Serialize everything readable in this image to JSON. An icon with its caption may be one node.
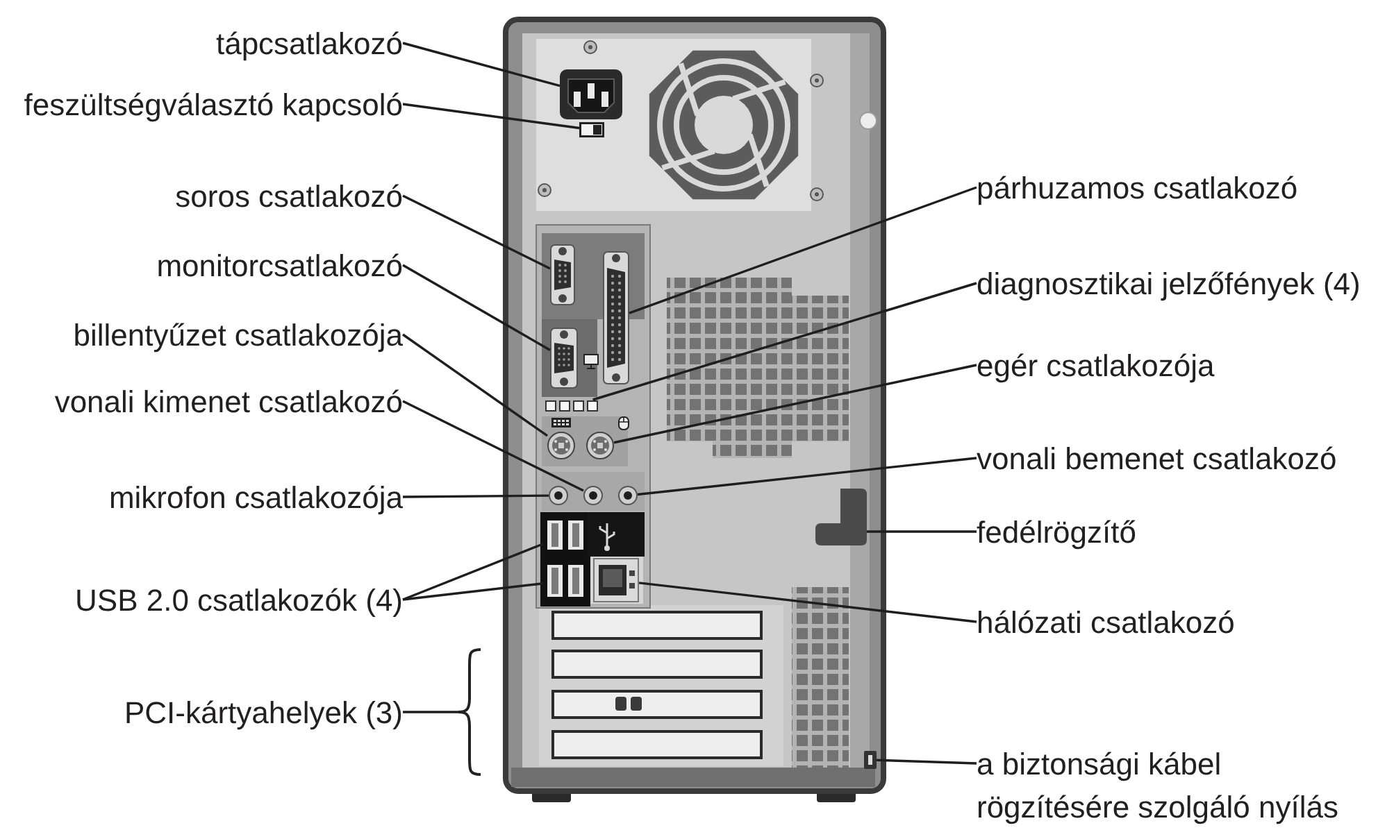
{
  "diagram": {
    "nodes": [
      {
        "text": [
          "tápcsatlakozó"
        ]
      },
      {
        "text": [
          "feszültségválasztó kapcsoló"
        ]
      },
      {
        "text": [
          "soros csatlakozó"
        ]
      },
      {
        "text": [
          "monitorcsatlakozó"
        ]
      },
      {
        "text": [
          "billentyűzet csatlakozója"
        ]
      },
      {
        "text": [
          "vonali kimenet csatlakozó"
        ]
      },
      {
        "text": [
          "mikrofon csatlakozója"
        ]
      },
      {
        "text": [
          "USB 2.0 csatlakozók (4)"
        ]
      },
      {
        "text": [
          "PCI-kártyahelyek (3)"
        ]
      },
      {
        "text": [
          "párhuzamos csatlakozó"
        ]
      },
      {
        "text": [
          "diagnosztikai jelzőfények (4)"
        ]
      },
      {
        "text": [
          "egér csatlakozója"
        ]
      },
      {
        "text": [
          "vonali bemenet csatlakozó"
        ]
      },
      {
        "text": [
          "fedélrögzítő"
        ]
      },
      {
        "text": [
          "hálózati csatlakozó"
        ]
      },
      {
        "text": [
          "a biztonsági kábel rögzítésére szolgáló nyílás"
        ]
      },
      {
        "text": [],
        "shape": "picture"
      },
      {
        "text": [],
        "shape": "picture"
      },
      {
        "text": [],
        "shape": "picture"
      },
      {
        "text": [],
        "shape": "picture"
      },
      {
        "text": [],
        "shape": "picture"
      },
      {
        "text": [],
        "shape": "picture"
      },
      {
        "text": [],
        "shape": "picture"
      },
      {
        "text": [],
        "shape": "picture"
      },
      {
        "text": [],
        "shape": "picture"
      },
      {
        "text": [],
        "shape": "picture"
      },
      {
        "text": [],
        "shape": "picture"
      },
      {
        "text": [],
        "shape": "picture"
      },
      {
        "text": [],
        "shape": "picture"
      },
      {
        "text": [],
        "shape": "picture"
      },
      {
        "text": [],
        "shape": "picture"
      },
      {
        "text": [],
        "shape": "bracket"
      },
      {
        "text": [],
        "shape": "picture"
      }
    ],
    "edges": [
      {
        "from": 0,
        "to": 16,
        "arrow": "none"
      },
      {
        "from": 1,
        "to": 17,
        "arrow": "none"
      },
      {
        "from": 2,
        "to": 18,
        "arrow": "none"
      },
      {
        "from": 3,
        "to": 20,
        "arrow": "none"
      },
      {
        "from": 4,
        "to": 22,
        "arrow": "none"
      },
      {
        "from": 5,
        "to": 26,
        "arrow": "none"
      },
      {
        "from": 6,
        "to": 25,
        "arrow": "none"
      },
      {
        "from": 7,
        "to": 28,
        "arrow": "none"
      },
      {
        "from": 7,
        "to": 29,
        "arrow": "none"
      },
      {
        "from": 8,
        "to": 31,
        "arrow": "none"
      },
      {
        "from": 9,
        "to": 19,
        "arrow": "none"
      },
      {
        "from": 10,
        "to": 21,
        "arrow": "none"
      },
      {
        "from": 11,
        "to": 23,
        "arrow": "none"
      },
      {
        "from": 12,
        "to": 27,
        "arrow": "none"
      },
      {
        "from": 13,
        "to": 24,
        "arrow": "none"
      },
      {
        "from": 14,
        "to": 30,
        "arrow": "none"
      },
      {
        "from": 15,
        "to": 32,
        "arrow": "none"
      }
    ]
  }
}
